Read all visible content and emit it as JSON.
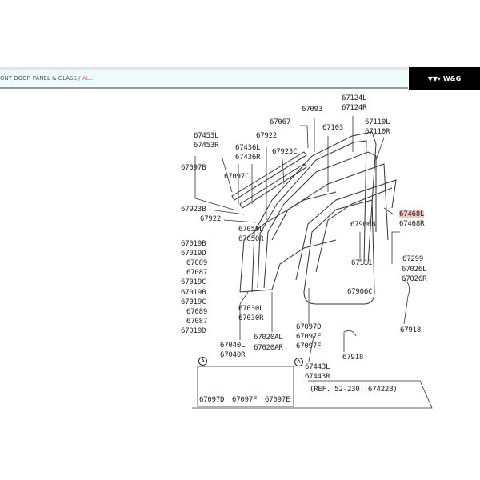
{
  "header": {
    "breadcrumb": "ONT DOOR PANEL & GLASS / ",
    "breadcrumb_active": "ALL",
    "brand": "W&G"
  },
  "diagram": {
    "labels": [
      "67093",
      "67124L",
      "67124R",
      "67067",
      "67103",
      "67110L",
      "67110R",
      "67453L",
      "67453R",
      "67922",
      "67436L",
      "67436R",
      "67923C",
      "67097B",
      "67097C",
      "67923B",
      "67922",
      "67468L",
      "67468R",
      "67050L",
      "67050R",
      "67906B",
      "67019B",
      "67019D",
      "67299",
      "67089",
      "67111",
      "67026L",
      "67026R",
      "67087",
      "67019C",
      "67906C",
      "67019B",
      "67019C",
      "67030L",
      "67089",
      "67030R",
      "67087",
      "67097D",
      "67918",
      "67019D",
      "67020AL",
      "67097E",
      "67040L",
      "67097F",
      "67020AR",
      "67918",
      "67040R",
      "67443L",
      "67443R",
      "(REF. 52-230..67422B)",
      "67097D",
      "67097F",
      "67097E"
    ],
    "highlighted": "67468L",
    "callouts": [
      "A",
      "A"
    ]
  }
}
